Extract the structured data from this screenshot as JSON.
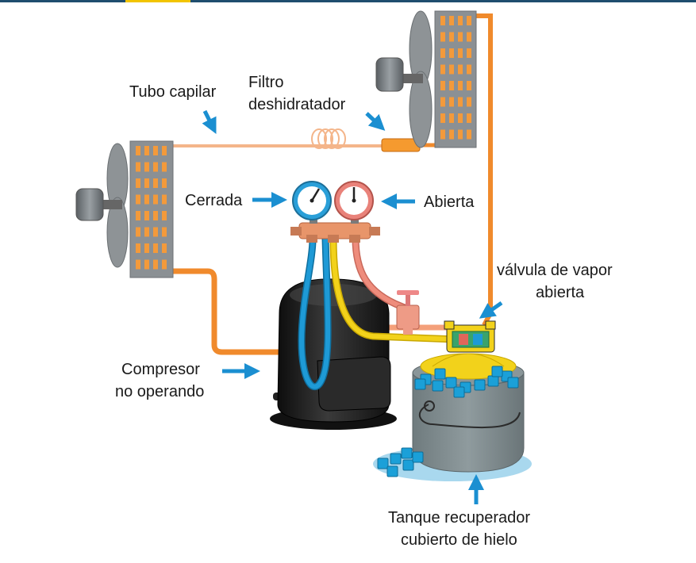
{
  "labels": {
    "capillary_tube": "Tubo capilar",
    "filter_line1": "Filtro",
    "filter_line2": "deshidratador",
    "closed": "Cerrada",
    "open": "Abierta",
    "vapor_valve_line1": "válvula de vapor",
    "vapor_valve_line2": "abierta",
    "compressor_line1": "Compresor",
    "compressor_line2": "no operando",
    "tank_line1": "Tanque recuperador",
    "tank_line2": "cubierto de hielo"
  },
  "colors": {
    "arrow": "#1b8fd1",
    "pipe_orange": "#f08a2c",
    "capillary": "#f4b58a",
    "hose_blue": "#1e9ad6",
    "hose_yellow": "#f2d21b",
    "hose_red": "#ee8c7c",
    "coil_gray": "#8b9094",
    "fin_orange": "#f39a3b",
    "compressor_black": "#1c1c1c",
    "tank_gray": "#7e8a8d",
    "ice_blue": "#1ba0d8",
    "manifold_brass": "#e8956a"
  }
}
